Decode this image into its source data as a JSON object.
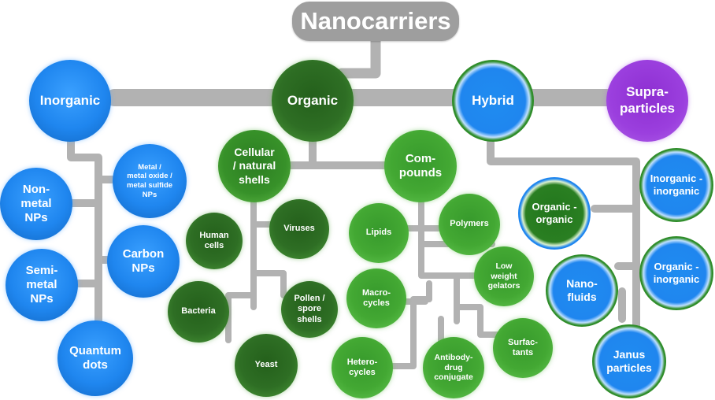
{
  "title": "Nanocarriers",
  "colors": {
    "connector": "#b2b2b2",
    "title_box": "#9e9e9e",
    "inorganic_blue": "#1f86ef",
    "organic_dark_green": "#2e6e24",
    "organic_green": "#43a833",
    "hybrid_ring_green": "#2f8d2a",
    "supraparticles_purple": "#9b3fde"
  },
  "categories": {
    "inorganic": "Inorganic",
    "organic": "Organic",
    "hybrid": "Hybrid",
    "supraparticles": "Supra-\nparticles"
  },
  "inorganic_items": {
    "metal": "Metal /\nmetal oxide /\nmetal sulfide\nNPs",
    "nonmetal": "Non-\nmetal\nNPs",
    "carbon": "Carbon\nNPs",
    "semimetal": "Semi-\nmetal\nNPs",
    "quantum": "Quantum\ndots"
  },
  "organic_items": {
    "cellular": "Cellular\n/ natural\nshells",
    "compounds": "Com-\npounds",
    "human_cells": "Human\ncells",
    "viruses": "Viruses",
    "bacteria": "Bacteria",
    "pollen": "Pollen /\nspore\nshells",
    "yeast": "Yeast",
    "lipids": "Lipids",
    "polymers": "Polymers",
    "low_weight": "Low\nweight\ngelators",
    "macrocycles": "Macro-\ncycles",
    "surfactants": "Surfac-\ntants",
    "heterocycles": "Hetero-\ncycles",
    "antibody": "Antibody-\ndrug\nconjugate"
  },
  "hybrid_items": {
    "inorganic_inorganic": "Inorganic -\ninorganic",
    "organic_organic": "Organic -\norganic",
    "organic_inorganic": "Organic -\ninorganic",
    "nanofluids": "Nano-\nfluids",
    "janus": "Janus\nparticles"
  }
}
